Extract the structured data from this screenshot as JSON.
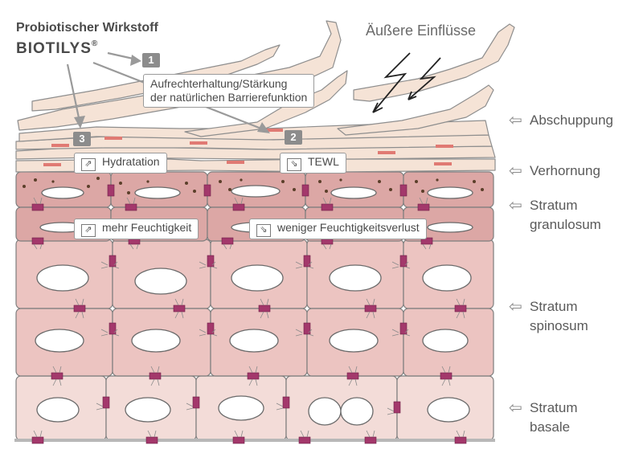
{
  "brand": {
    "title": "Probiotischer Wirkstoff",
    "name": "BIOTILYS",
    "trademark": "®"
  },
  "external": {
    "label": "Äußere Einflüsse"
  },
  "steps": [
    {
      "number": "1",
      "text_line1": "Aufrechterhaltung/Stärkung",
      "text_line2": "der natürlichen Barrierefunktion"
    },
    {
      "number": "2",
      "text": "TEWL",
      "icon": "arrow-down-right-icon"
    },
    {
      "number": "3",
      "text": "Hydratation",
      "icon": "arrow-up-right-icon"
    }
  ],
  "effects": {
    "moisture_up": {
      "text": "mehr Feuchtigkeit",
      "icon": "arrow-up-right-icon"
    },
    "moisture_loss_down": {
      "text": "weniger Feuchtigkeitsverlust",
      "icon": "arrow-down-right-icon"
    }
  },
  "layers": [
    {
      "line1": "Abschuppung",
      "line2": ""
    },
    {
      "line1": "Verhornung",
      "line2": ""
    },
    {
      "line1": "Stratum",
      "line2": "granulosum"
    },
    {
      "line1": "Stratum",
      "line2": "spinosum"
    },
    {
      "line1": "Stratum",
      "line2": "basale"
    }
  ],
  "colors": {
    "flake": "#f5e3d6",
    "flake_outline": "#8e8e8e",
    "granulosum": "#dca7a5",
    "spinosum": "#ecc4c1",
    "basale": "#f3dcd8",
    "cell_outline": "#7d7d7d",
    "desmosome": "#a3386b",
    "lipid": "#e07a73",
    "granule": "#5b3f2a",
    "arrow_gray": "#9a9a9a",
    "lightning": "#222222"
  }
}
